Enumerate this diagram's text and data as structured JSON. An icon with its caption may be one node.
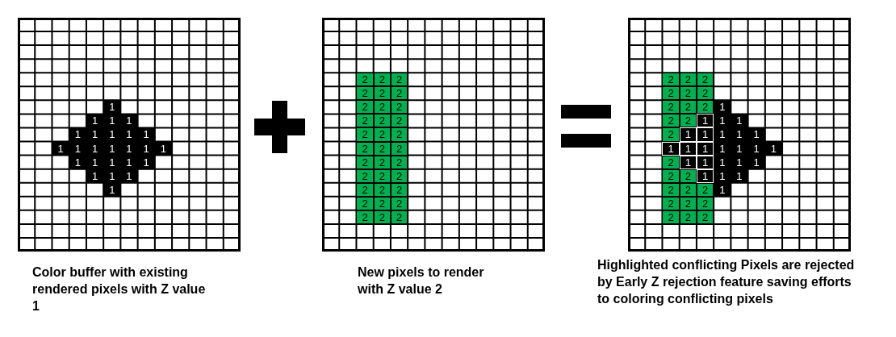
{
  "diagram": {
    "nodes": [
      {
        "text": [
          "1",
          "1",
          "1",
          "1",
          "1",
          "1",
          "1",
          "1",
          "1",
          "1",
          "1",
          "1",
          "1",
          "1",
          "1",
          "1",
          "1",
          "1",
          "1",
          "1",
          "1",
          "1",
          "1",
          "1",
          "1"
        ],
        "beside": [
          "Color buffer with existing rendered pixels with Z value 1"
        ]
      },
      {
        "text": [
          "2",
          "2",
          "2",
          "2",
          "2",
          "2",
          "2",
          "2",
          "2",
          "2",
          "2",
          "2",
          "2",
          "2",
          "2",
          "2",
          "2",
          "2",
          "2",
          "2",
          "2",
          "2",
          "2",
          "2",
          "2",
          "2",
          "2",
          "2",
          "2",
          "2",
          "2",
          "2",
          "2"
        ],
        "beside": [
          "New pixels to render with Z value 2"
        ]
      },
      {
        "text": [
          "2",
          "2",
          "2",
          "2",
          "2",
          "2",
          "2",
          "2",
          "2",
          "1",
          "2",
          "2",
          "1",
          "1",
          "1",
          "2",
          "1",
          "1",
          "1",
          "1",
          "1",
          "1",
          "1",
          "1",
          "1",
          "1",
          "1",
          "1",
          "2",
          "1",
          "1",
          "1",
          "1",
          "1",
          "2",
          "2",
          "1",
          "1",
          "1",
          "2",
          "2",
          "2",
          "1",
          "2",
          "2",
          "2",
          "2",
          "2",
          "2"
        ],
        "beside": [
          "Highlighted conflicting Pixels are rejected by Early Z rejection feature saving efforts to coloring conflicting pixels"
        ]
      }
    ]
  }
}
